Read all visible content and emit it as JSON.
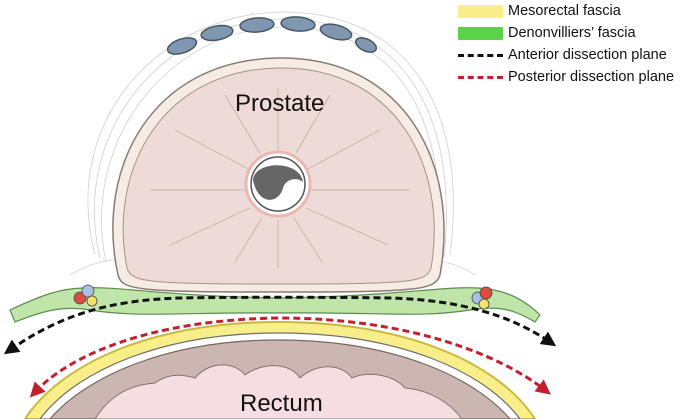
{
  "legend": [
    {
      "name": "mesorectal-fascia",
      "label": "Mesorectal fascia",
      "kind": "fill",
      "color": "#f8ee8a"
    },
    {
      "name": "denonvilliers-fascia",
      "label": "Denonvilliers’ fascia",
      "kind": "fill",
      "color": "#5cd14a"
    },
    {
      "name": "anterior-dissection-plane",
      "label": "Anterior dissection plane",
      "kind": "dash",
      "color": "#111111"
    },
    {
      "name": "posterior-dissection-plane",
      "label": "Posterior dissection plane",
      "kind": "dash",
      "color": "#c2202f"
    }
  ],
  "labels": {
    "prostate": "Prostate",
    "rectum": "Rectum"
  },
  "colors": {
    "prostate_fill": "#eedad6",
    "prostate_capsule": "#f6ece4",
    "rectum_fill": "#ccb6b2",
    "rectum_lumen": "#f6dde2",
    "mesorectal_fascia": "#f8ee8a",
    "denonvilliers_fascia": "#bfe6a8",
    "anterior_plane": "#111111",
    "posterior_plane": "#c2202f",
    "veins": "#7f97b0"
  }
}
